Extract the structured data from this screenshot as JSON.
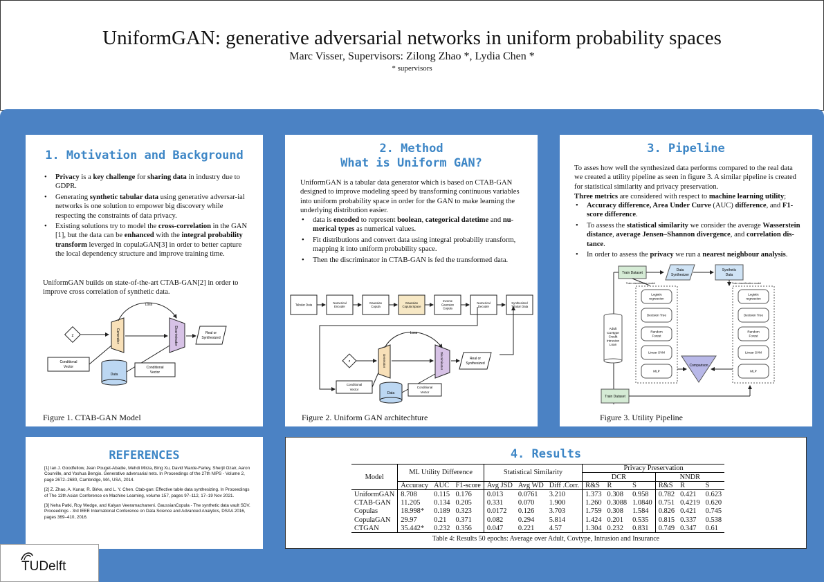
{
  "header": {
    "title": "UniformGAN: generative adversarial networks in uniform probability spaces",
    "authors": "Marc Visser, Supervisors: Zilong Zhao *, Lydia Chen *",
    "affiliation": "* supervisors"
  },
  "motivation": {
    "title": "1. Motivation and Background",
    "bullets": [
      [
        {
          "t": "Privacy",
          "b": true
        },
        {
          "t": " is a "
        },
        {
          "t": "key challenge",
          "b": true
        },
        {
          "t": " for "
        },
        {
          "t": "sharing data",
          "b": true
        },
        {
          "t": " in industry due to GDPR."
        }
      ],
      [
        {
          "t": "Generating "
        },
        {
          "t": "synthetic tabular data",
          "b": true
        },
        {
          "t": " using generative adversar-ial networks is one solution to empower big discovery while respecting the constraints of data privacy."
        }
      ],
      [
        {
          "t": "Existing solutions try to model the "
        },
        {
          "t": "cross-correlation",
          "b": true
        },
        {
          "t": " in the GAN [1], but the data can be "
        },
        {
          "t": "enhanced",
          "b": true
        },
        {
          "t": " with the "
        },
        {
          "t": "integral probability transform",
          "b": true
        },
        {
          "t": " leverged in copulaGAN[3] in order to better capture the local dependency structure and improve training time."
        }
      ]
    ],
    "paragraph": "UniformGAN builds on state-of-the-art CTAB-GAN[2] in order to improve cross correlation of synthetic data.",
    "caption": "Figure 1. CTAB-GAN Model",
    "diagram": {
      "z": "z",
      "generator": "Generator",
      "discriminator": "Discriminator",
      "real_or_synth": [
        "Real or",
        "Synthesized"
      ],
      "loss": "Loss",
      "cond_vector": [
        "Conditional",
        "Vector"
      ],
      "data": "Data"
    }
  },
  "method": {
    "title_line1": "2. Method",
    "title_line2": "What is Uniform GAN?",
    "paragraph": "UniformGAN is a tabular data generator which is based on CTAB-GAN designed to improve modeling speed by transforming continuous variables into uniform probability space in order for the GAN to make learning the underlying distribution easier.",
    "bullets": [
      [
        {
          "t": "data is "
        },
        {
          "t": "encoded",
          "b": true
        },
        {
          "t": " to represent "
        },
        {
          "t": "boolean",
          "b": true
        },
        {
          "t": ", "
        },
        {
          "t": "categorical datetime",
          "b": true
        },
        {
          "t": " and "
        },
        {
          "t": "nu-merical types",
          "b": true
        },
        {
          "t": " as numerical values."
        }
      ],
      [
        {
          "t": "Fit distributions and convert data using integral probabiliy transform, mapping it into uniform probability space."
        }
      ],
      [
        {
          "t": "Then the discriminator in CTAB-GAN is fed the transformed data."
        }
      ]
    ],
    "caption": "Figure 2. Uniform GAN architechture",
    "pipeline_boxes": [
      [
        "Tabular Data"
      ],
      [
        "Numerical",
        "Encoder"
      ],
      [
        "Gaussian",
        "Copula"
      ],
      [
        "Gaussian",
        "Copula Space"
      ],
      [
        "Inverse",
        "Gaussian",
        "Copula"
      ],
      [
        "Numerical",
        "Decoder"
      ],
      [
        "Synthesized",
        "Tabular Data"
      ]
    ]
  },
  "pipeline": {
    "title": "3. Pipeline",
    "paragraph": "To asses how well the synthesized data performs compared to the real data we created a utility pipeline as seen in figure 3. A similar pipeline is created for statistical similarity and privacy preservation.",
    "lead": [
      {
        "t": "Three metrics",
        "b": true
      },
      {
        "t": "  are considered with respect to "
      },
      {
        "t": "machine learning utility",
        "b": true
      },
      {
        "t": ";"
      }
    ],
    "bullets": [
      [
        {
          "t": "Accuracy difference, Area Under Curve",
          "b": true
        },
        {
          "t": " (AUC) "
        },
        {
          "t": "difference",
          "b": true
        },
        {
          "t": ", and "
        },
        {
          "t": "F1-score difference",
          "b": true
        },
        {
          "t": "."
        }
      ],
      [
        {
          "t": "To assess the "
        },
        {
          "t": "statistical similarity",
          "b": true
        },
        {
          "t": " we consider the average "
        },
        {
          "t": "Wasserstein distance",
          "b": true
        },
        {
          "t": ", "
        },
        {
          "t": "average Jensen–Shannon divergence",
          "b": true
        },
        {
          "t": ", and "
        },
        {
          "t": "correlation dis-tance",
          "b": true
        },
        {
          "t": "."
        }
      ],
      [
        {
          "t": "In order to assess the "
        },
        {
          "t": "privacy",
          "b": true
        },
        {
          "t": " we run a "
        },
        {
          "t": "nearest neighbour analysis",
          "b": true
        },
        {
          "t": "."
        }
      ]
    ],
    "caption": "Figure 3. Utility Pipeline",
    "diagram": {
      "train_dataset": "Train Dataset",
      "data_synth": [
        "Data",
        "Synthesizer"
      ],
      "synthetic_data": [
        "Synthetic",
        "Data"
      ],
      "model_label": "Train classification model",
      "models": [
        [
          "Logistic",
          "regression"
        ],
        [
          "Decision Tree"
        ],
        [
          "Random",
          "Forest"
        ],
        [
          "Linear SVM"
        ],
        [
          "MLP"
        ]
      ],
      "datasets": [
        "Adult",
        "Covtype",
        "Credit",
        "Intrusion",
        "Loan"
      ],
      "comparison": "Comparison",
      "test_dataset": "Train Dataset"
    }
  },
  "references": {
    "title": "REFERENCES",
    "items": [
      "[1] Ian J. Goodfellow, Jean Pouget-Abadie, Mehdi Mirza, Bing Xu, David Warde-Farley, Sherjil Ozair, Aaron Courville, and Yoshua Bengio. Generative adversarial nets. In Proceedings of the 27th NIPS - Volume 2, page 2672–2680, Cambridge, MA, USA, 2014.",
      "[2] Z. Zhao, A. Kunar, R. Birke, and L. Y. Chen. Ctab-gan: Effective table data synthesizing. In Proceedings of The 13th Asian Conference on Machine Learning, volume 157, pages 97–112, 17–19 Nov 2021.",
      "[3] Neha Patki, Roy Wedge, and Kalyan Veeramachaneni. GaussianCopula - The synthetic data vault SDV. Proceedings - 3rd IEEE International Conference on Data Science and Advanced Analytics, DSAA 2016, pages 369–410, 2016."
    ]
  },
  "results": {
    "title": "4. Results",
    "header": {
      "model": "Model",
      "ml_utility": "ML Utility Difference",
      "stat_sim": "Statistical Similarity",
      "privacy": "Privacy Preservation",
      "dcr": "DCR",
      "nndr": "NNDR",
      "cols": [
        "Accuracy",
        "AUC",
        "F1-score",
        "Avg JSD",
        "Avg WD",
        "Diff .Corr.",
        "R&S",
        "R",
        "S",
        "R&S",
        "R",
        "S"
      ]
    },
    "rows": [
      {
        "model": "UniformGAN",
        "bold": true,
        "vals": [
          "8.708",
          "0.115",
          "0.176",
          "0.013",
          "0.0761",
          "3.210",
          "1.373",
          "0.308",
          "0.958",
          "0.782",
          "0.421",
          "0.623"
        ]
      },
      {
        "model": "CTAB-GAN",
        "vals": [
          "11.205",
          "0.134",
          "0.205",
          "0.331",
          "0.070",
          "1.900",
          "1.260",
          "0.3088",
          "1.0840",
          "0.751",
          "0.4219",
          "0.620"
        ]
      },
      {
        "model": "Copulas",
        "vals": [
          "18.998*",
          "0.189",
          "0.323",
          "0.0172",
          "0.126",
          "3.703",
          "1.759",
          "0.308",
          "1.584",
          "0.826",
          "0.421",
          "0.745"
        ]
      },
      {
        "model": "CopulaGAN",
        "vals": [
          "29.97",
          "0.21",
          "0.371",
          "0.082",
          "0.294",
          "5.814",
          "1.424",
          "0.201",
          "0.535",
          "0.815",
          "0.337",
          "0.538"
        ]
      },
      {
        "model": "CTGAN",
        "vals": [
          "35.442*",
          "0.232",
          "0.356",
          "0.047",
          "0.221",
          "4.57",
          "1.304",
          "0.232",
          "0.831",
          "0.749",
          "0.347",
          "0.61"
        ]
      }
    ],
    "caption": "Table 4: Results 50 epochs: Average over Adult, Covtype, Intrusion and Insurance"
  },
  "logo": {
    "text": "TUDelft"
  }
}
